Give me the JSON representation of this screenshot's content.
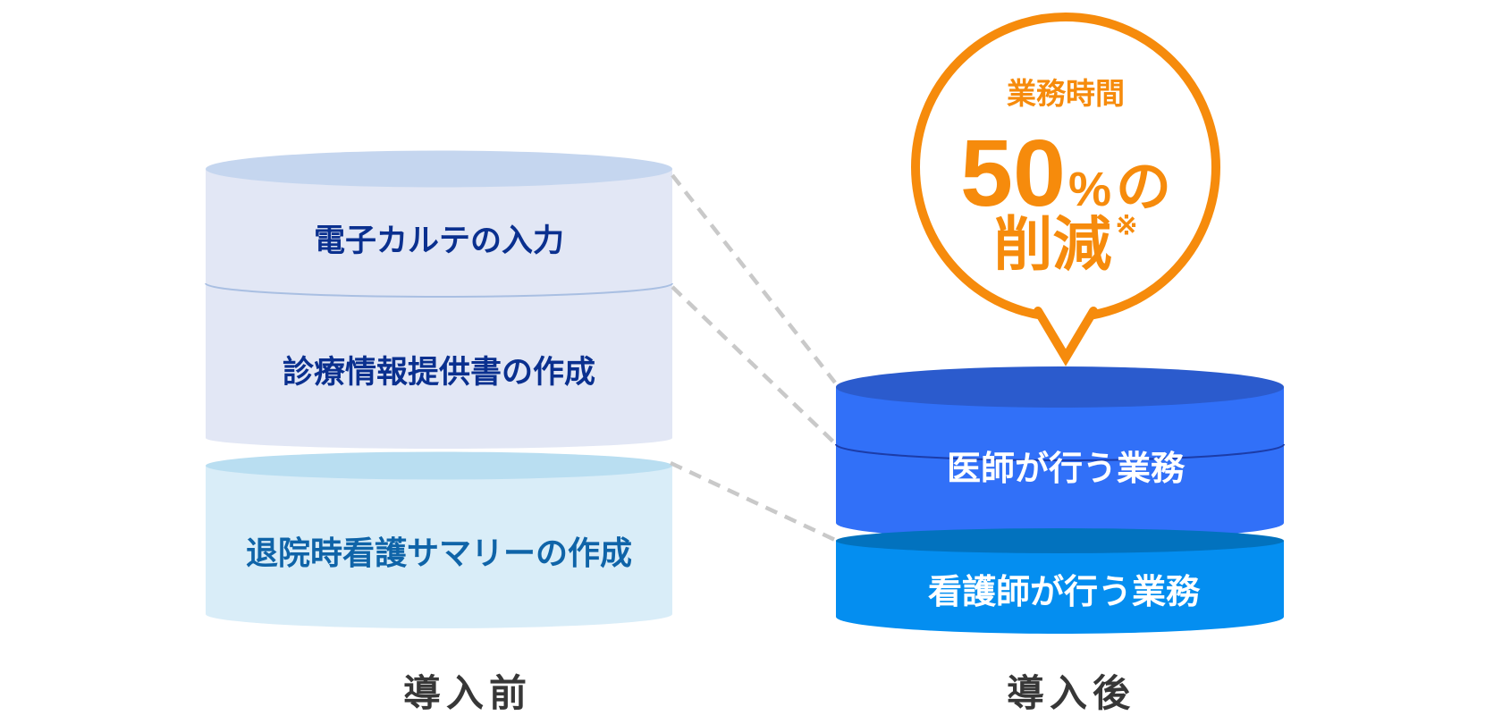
{
  "diagram": {
    "before": {
      "label": "導入前",
      "doctor_tasks": [
        "電子カルテの入力",
        "診療情報提供書の作成"
      ],
      "nurse_task": "退院時看護サマリーの作成"
    },
    "after": {
      "label": "導入後",
      "doctor_cylinder_label": "医師が行う業務",
      "nurse_cylinder_label": "看護師が行う業務",
      "bubble": {
        "heading": "業務時間",
        "value": "50",
        "percent_sign": "%",
        "particle": "の",
        "reduction_word": "削減",
        "footnote_mark": "※"
      }
    },
    "colors": {
      "accent_orange": "#F68B0C",
      "before_top_body": "#E2E7F5",
      "before_top_ellipse": "#C5D6EF",
      "before_divider": "#A9BFE2",
      "before_bottom_body": "#D9EDF8",
      "before_bottom_ellipse": "#B9DEF1",
      "doctor_body_blue": "#3170F8",
      "doctor_top_ellipse": "#2B5BCD",
      "doctor_seam": "#1C3CA8",
      "nurse_body_blue": "#048EF0",
      "nurse_top_ellipse": "#0272BE",
      "navy_text": "#0A308F",
      "steel_text": "#0F64A8",
      "label_gray": "#373737",
      "connector_gray": "#C9C9C9",
      "bubble_fill": "#FFFFFF"
    }
  }
}
